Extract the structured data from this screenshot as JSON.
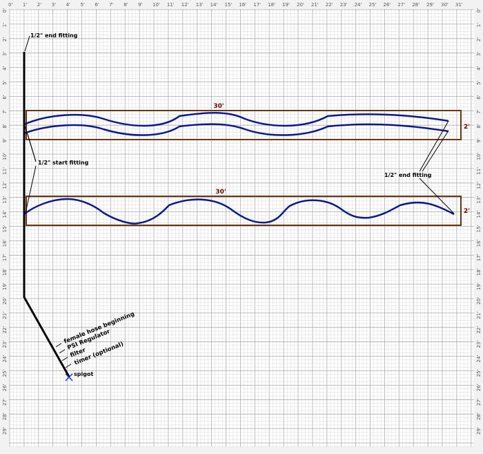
{
  "colors": {
    "grid_minor": "#d8d8d8",
    "grid_major": "#aaaaaa",
    "ruler_bg": "#f2f2f2",
    "bed_outline": "#6b3510",
    "hose": "#0a1a8c",
    "main_line": "#000000",
    "dimension_text": "#6b0000",
    "spigot_mark": "#1a2ee0"
  },
  "rulers": {
    "top_labels": [
      "0'",
      "1'",
      "2'",
      "3'",
      "4'",
      "5'",
      "6'",
      "7'",
      "8'",
      "9'",
      "10'",
      "11'",
      "12'",
      "13'",
      "14'",
      "15'",
      "16'",
      "17'",
      "18'",
      "19'",
      "20'",
      "21'",
      "22'",
      "23'",
      "24'",
      "25'",
      "26'",
      "27'",
      "28'",
      "29'",
      "30'",
      "31'"
    ],
    "side_labels": [
      "0'",
      "1'",
      "2'",
      "3'",
      "4'",
      "5'",
      "6'",
      "7'",
      "8'",
      "9'",
      "10'",
      "11'",
      "12'",
      "13'",
      "14'",
      "15'",
      "16'",
      "17'",
      "18'",
      "19'",
      "20'",
      "21'",
      "22'",
      "23'",
      "24'",
      "25'",
      "26'",
      "27'",
      "28'",
      "29'"
    ]
  },
  "labels": {
    "end_fitting_top": "1/2\" end fitting",
    "start_fitting": "1/2\" start fitting",
    "end_fitting_right": "1/2\" end fitting",
    "bed1_length": "30'",
    "bed1_width": "2'",
    "bed2_length": "30'",
    "bed2_width": "2'",
    "female_hose": "female hose beginning",
    "psi_regulator": "PSI Regulator",
    "filter": "filter",
    "timer": "timer (optional)",
    "spigot": "spigot"
  }
}
